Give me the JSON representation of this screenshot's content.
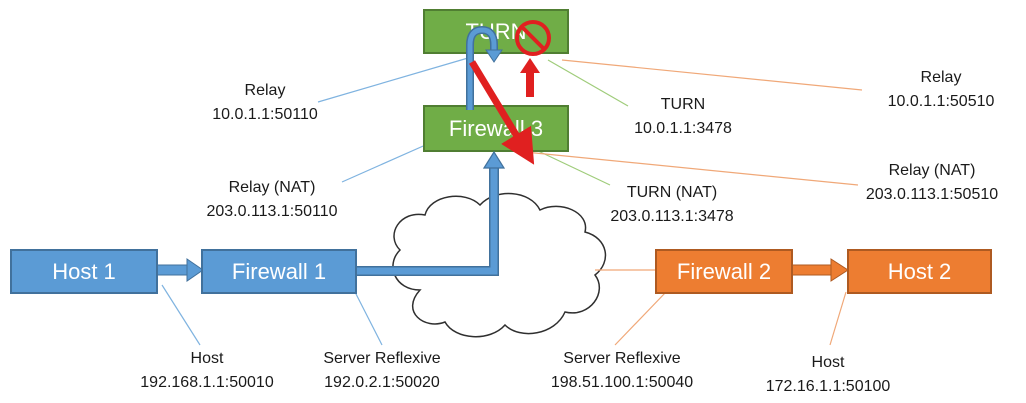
{
  "nodes": {
    "host1": "Host 1",
    "firewall1": "Firewall 1",
    "firewall2": "Firewall 2",
    "host2": "Host 2",
    "firewall3": "Firewall 3",
    "turn": "TURN"
  },
  "labels": {
    "host1_addr": {
      "type": "Host",
      "address": "192.168.1.1:50010"
    },
    "fw1_addr": {
      "type": "Server Reflexive",
      "address": "192.0.2.1:50020"
    },
    "fw2_addr": {
      "type": "Server Reflexive",
      "address": "198.51.100.1:50040"
    },
    "host2_addr": {
      "type": "Host",
      "address": "172.16.1.1:50100"
    },
    "relay_nat_left": {
      "type": "Relay (NAT)",
      "address": "203.0.113.1:50110"
    },
    "relay_left": {
      "type": "Relay",
      "address": "10.0.1.1:50110"
    },
    "turn_nat": {
      "type": "TURN (NAT)",
      "address": "203.0.113.1:3478"
    },
    "turn_int": {
      "type": "TURN",
      "address": "10.0.1.1:3478"
    },
    "relay_right": {
      "type": "Relay",
      "address": "10.0.1.1:50510"
    },
    "relay_nat_right": {
      "type": "Relay (NAT)",
      "address": "203.0.113.1:50510"
    }
  },
  "icons": {
    "blocked": "prohibited-icon"
  },
  "colors": {
    "blue": "#5b9bd5",
    "orange": "#ed7d31",
    "green": "#70ad47",
    "red_arrow": "#e02020"
  }
}
